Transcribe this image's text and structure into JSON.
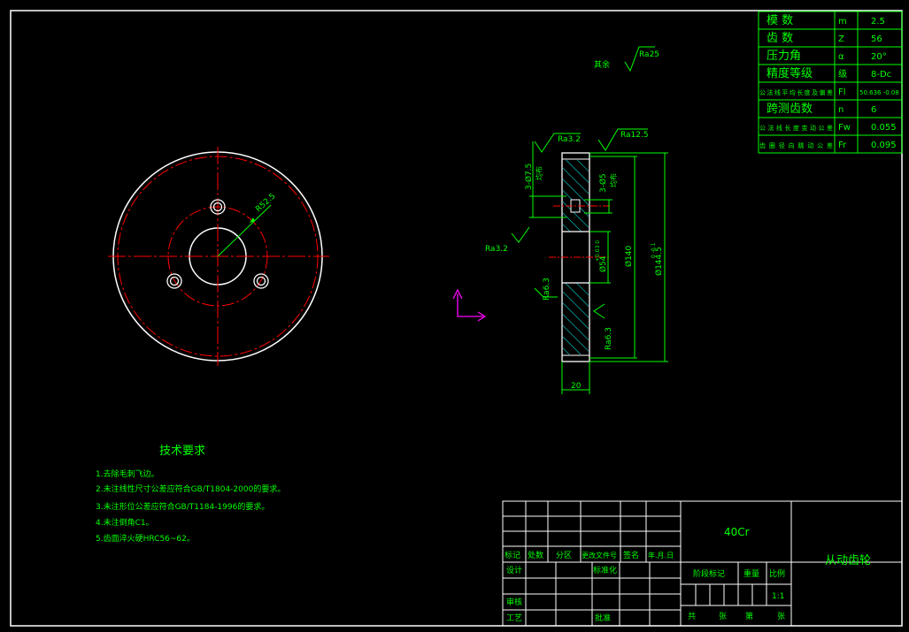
{
  "colors": {
    "background": "#000000",
    "frame": "#ffffff",
    "green": "#00ff00",
    "red": "#ff0000",
    "cyan": "#00ffff",
    "magenta": "#ff00ff",
    "yellow": "#ffff00"
  },
  "gear_params": [
    {
      "label": "模  数",
      "symbol": "m",
      "value": "2.5"
    },
    {
      "label": "齿  数",
      "symbol": "Z",
      "value": "56"
    },
    {
      "label": "压力角",
      "symbol": "α",
      "value": "20°"
    },
    {
      "label": "精度等级",
      "symbol": "级",
      "value": "8-Dc"
    },
    {
      "label": "公法线平均长度及偏差",
      "symbol": "Fl",
      "value": "50.636 -0.08"
    },
    {
      "label": "跨测齿数",
      "symbol": "n",
      "value": "6"
    },
    {
      "label": "公法线长度变动公差",
      "symbol": "Fw",
      "value": "0.055"
    },
    {
      "label": "齿圈径向跳动公差",
      "symbol": "Fr",
      "value": "0.095"
    }
  ],
  "front_view": {
    "bolt_circle_label": "R52.5"
  },
  "section_view": {
    "roughness_rest": "其余",
    "roughness_rest_value": "Ra25",
    "ra_top_left": "Ra3.2",
    "ra_top_right": "Ra12.5",
    "ra_left": "Ra3.2",
    "ra_bottom_left": "Ra6.3",
    "ra_bottom_right": "Ra6.3",
    "hole_left": "3-Ø7.5",
    "hole_left_sub": "均布",
    "hole_right": "3-Ø5",
    "hole_right_sub": "均布",
    "dim_bore": "Ø54",
    "dim_bore_tol": "+0.03 0",
    "dim_140": "Ø140",
    "dim_outer": "Ø144.5",
    "dim_outer_tol": "0 -0.1",
    "dim_width": "20"
  },
  "tech_req": {
    "title": "技术要求",
    "items": [
      "1.去除毛刺飞边。",
      "2.未注线性尺寸公差应符合GB/T1804-2000的要求。",
      "3.未注形位公差应符合GB/T1184-1996的要求。",
      "4.未注倒角C1。",
      "5.齿面淬火硬HRC56~62。"
    ]
  },
  "title_block": {
    "material": "40Cr",
    "part_name": "从动齿轮",
    "rev_labels": [
      "标记",
      "处数",
      "分区",
      "更改文件号",
      "签名",
      "年.月.日"
    ],
    "design": "设计",
    "standard": "标准化",
    "review": "审核",
    "process": "工艺",
    "approve": "批准",
    "stage_mark": "阶段标记",
    "weight": "重量",
    "scale": "比例",
    "scale_value": "1:1",
    "sheet_total_a": "共",
    "sheet_total_b": "张",
    "sheet_no_a": "第",
    "sheet_no_b": "张"
  }
}
